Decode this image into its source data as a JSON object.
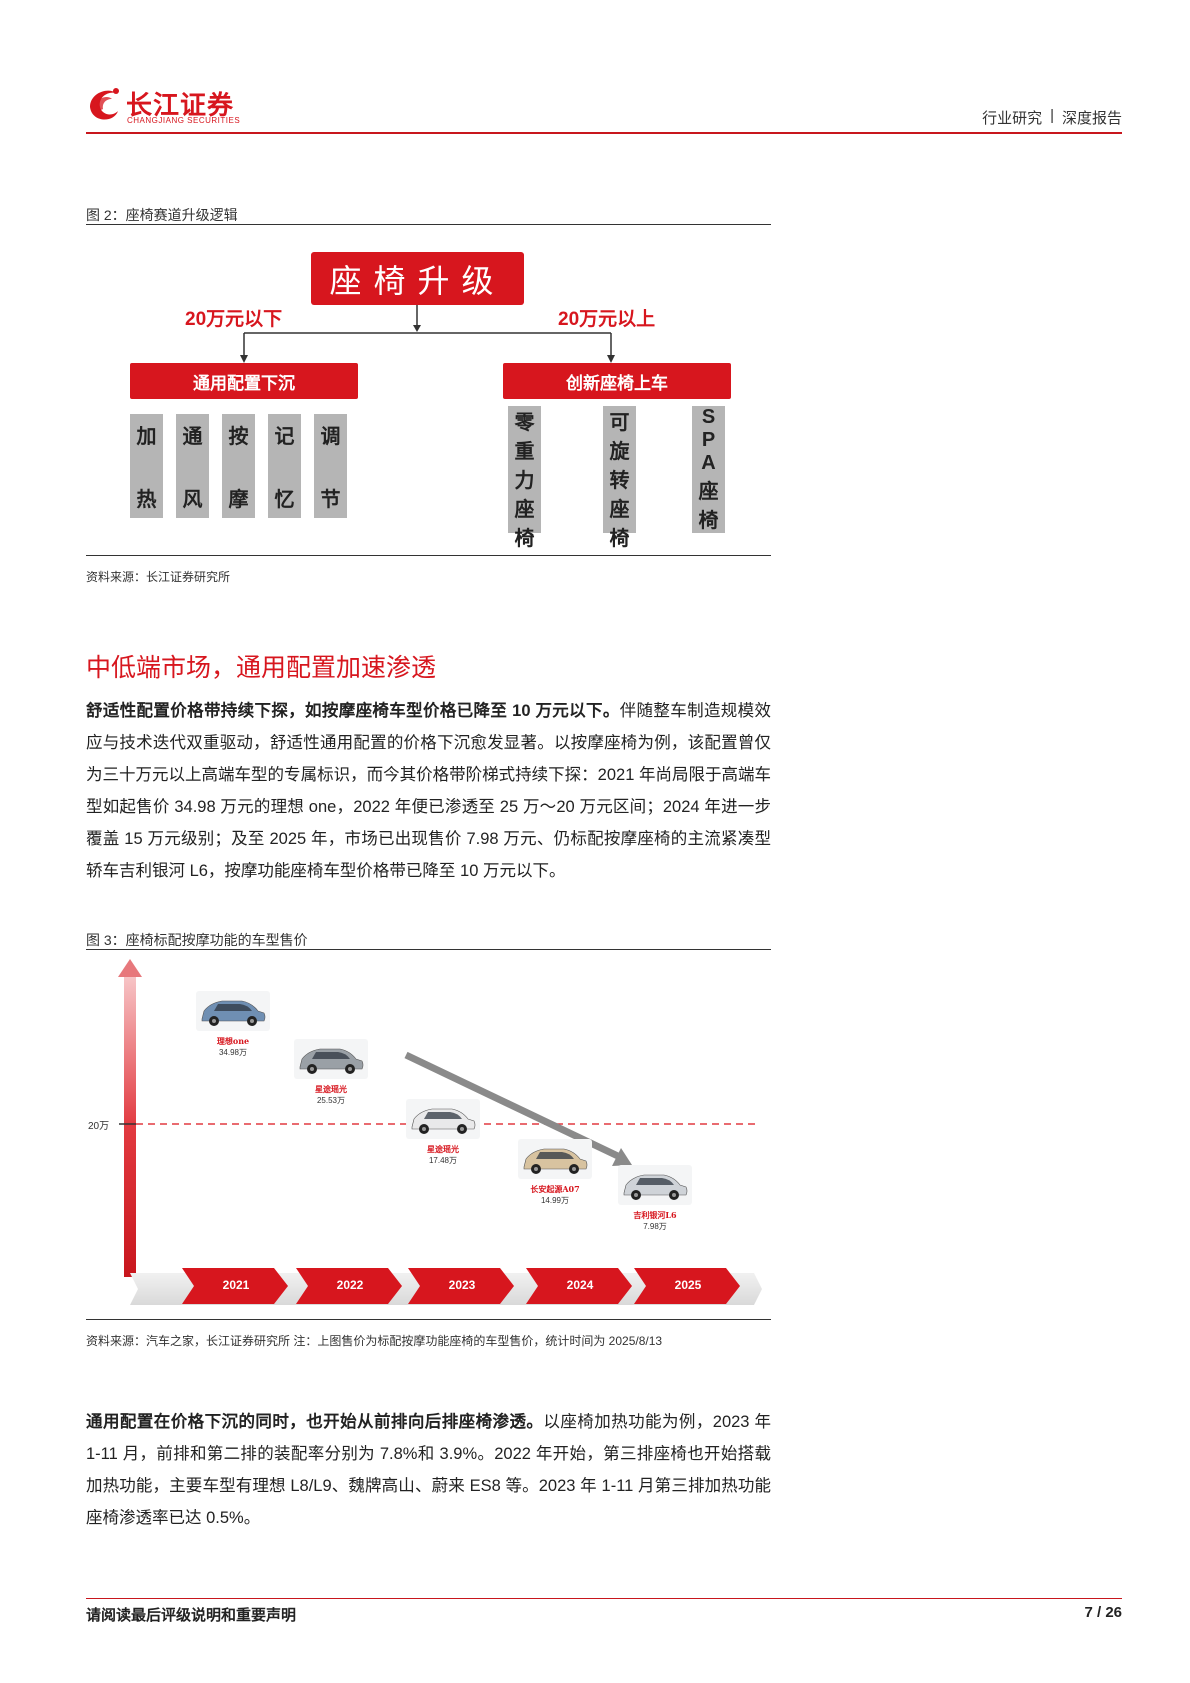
{
  "header": {
    "brand_cn": "长江证券",
    "brand_en": "CHANGJIANG SECURITIES",
    "category": "行业研究",
    "separator": "|",
    "report_type": "深度报告",
    "brand_color": "#d7161e"
  },
  "figure2": {
    "caption": "图 2：座椅赛道升级逻辑",
    "top_box": "座椅升级",
    "left_price": "20万元以下",
    "right_price": "20万元以上",
    "left_banner": "通用配置下沉",
    "right_banner": "创新座椅上车",
    "left_items": [
      {
        "top": "加",
        "bottom": "热"
      },
      {
        "top": "通",
        "bottom": "风"
      },
      {
        "top": "按",
        "bottom": "摩"
      },
      {
        "top": "记",
        "bottom": "忆"
      },
      {
        "top": "调",
        "bottom": "节"
      }
    ],
    "right_items": [
      [
        "零",
        "重",
        "力",
        "座",
        "椅"
      ],
      [
        "可",
        "旋",
        "转",
        "座",
        "椅"
      ],
      [
        "S",
        "P",
        "A",
        "座",
        "椅"
      ]
    ],
    "source": "资料来源：长江证券研究所"
  },
  "section": {
    "title": "中低端市场，通用配置加速渗透"
  },
  "paragraph1": {
    "bold": "舒适性配置价格带持续下探，如按摩座椅车型价格已降至 10 万元以下。",
    "text": "伴随整车制造规模效应与技术迭代双重驱动，舒适性通用配置的价格下沉愈发显著。以按摩座椅为例，该配置曾仅为三十万元以上高端车型的专属标识，而今其价格带阶梯式持续下探：2021 年尚局限于高端车型如起售价 34.98 万元的理想 one，2022 年便已渗透至 25 万～20 万元区间；2024 年进一步覆盖 15 万元级别；及至 2025 年，市场已出现售价 7.98 万元、仍标配按摩座椅的主流紧凑型轿车吉利银河 L6，按摩功能座椅车型价格带已降至 10 万元以下。"
  },
  "figure3": {
    "caption": "图 3：座椅标配按摩功能的车型售价",
    "threshold_label": "20万",
    "years": [
      "2021",
      "2022",
      "2023",
      "2024",
      "2025"
    ],
    "cars": [
      {
        "name": "理想one",
        "price": "34.98万",
        "body": "#6f8fb3"
      },
      {
        "name": "星途瑶光",
        "price": "25.53万",
        "body": "#9aa0a6"
      },
      {
        "name": "星途瑶光",
        "price": "17.48万",
        "body": "#e9e9ea"
      },
      {
        "name": "长安起源A07",
        "price": "14.99万",
        "body": "#d8c3a0"
      },
      {
        "name": "吉利银河L6",
        "price": "7.98万",
        "body": "#cfd3d8"
      }
    ],
    "source": "资料来源：汽车之家，长江证券研究所 注：上图售价为标配按摩功能座椅的车型售价，统计时间为 2025/8/13"
  },
  "paragraph2": {
    "bold": "通用配置在价格下沉的同时，也开始从前排向后排座椅渗透。",
    "text": "以座椅加热功能为例，2023 年 1-11 月，前排和第二排的装配率分别为 7.8%和 3.9%。2022 年开始，第三排座椅也开始搭载加热功能，主要车型有理想 L8/L9、魏牌高山、蔚来 ES8 等。2023 年 1-11 月第三排加热功能座椅渗透率已达 0.5%。"
  },
  "footer": {
    "notice": "请阅读最后评级说明和重要声明",
    "page": "7 / 26"
  }
}
